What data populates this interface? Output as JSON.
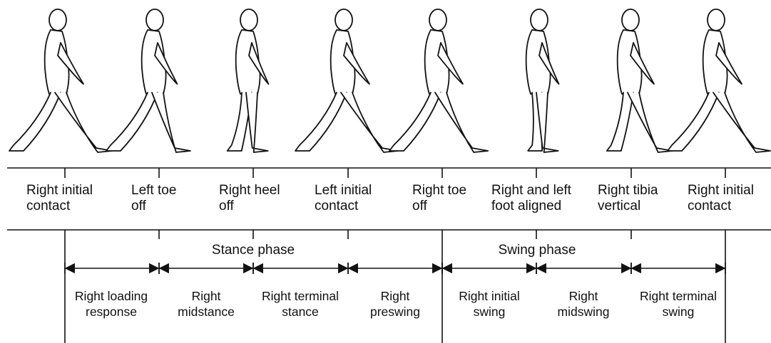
{
  "events": [
    {
      "line1": "Right initial",
      "line2": "contact"
    },
    {
      "line1": "Left toe",
      "line2": "off"
    },
    {
      "line1": "Right heel",
      "line2": "off"
    },
    {
      "line1": "Left initial",
      "line2": "contact"
    },
    {
      "line1": "Right toe",
      "line2": "off"
    },
    {
      "line1": "Right and left",
      "line2": "foot aligned"
    },
    {
      "line1": "Right tibia",
      "line2": "vertical"
    },
    {
      "line1": "Right initial",
      "line2": "contact"
    }
  ],
  "phases": [
    {
      "label": "Stance phase"
    },
    {
      "label": "Swing phase"
    }
  ],
  "subphases": [
    {
      "line1": "Right loading",
      "line2": "response"
    },
    {
      "line1": "Right",
      "line2": "midstance"
    },
    {
      "line1": "Right terminal",
      "line2": "stance"
    },
    {
      "line1": "Right",
      "line2": "preswing"
    },
    {
      "line1": "Right initial",
      "line2": "swing"
    },
    {
      "line1": "Right",
      "line2": "midswing"
    },
    {
      "line1": "Right terminal",
      "line2": "swing"
    }
  ],
  "figures": [
    {
      "icon": "walking-figure-icon"
    },
    {
      "icon": "walking-figure-icon"
    },
    {
      "icon": "walking-figure-icon"
    },
    {
      "icon": "walking-figure-icon"
    },
    {
      "icon": "walking-figure-icon"
    },
    {
      "icon": "walking-figure-icon"
    },
    {
      "icon": "walking-figure-icon"
    },
    {
      "icon": "walking-figure-icon"
    }
  ]
}
